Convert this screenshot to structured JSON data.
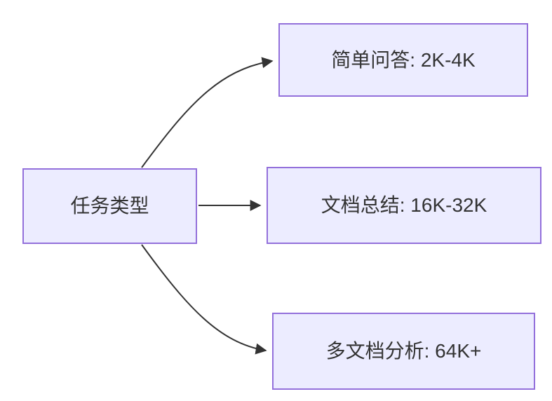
{
  "diagram": {
    "type": "flowchart",
    "direction": "left-to-right",
    "root": {
      "id": "task-type",
      "label": "任务类型"
    },
    "branches": [
      {
        "id": "simple-qa",
        "label": "简单问答: 2K-4K"
      },
      {
        "id": "doc-summary",
        "label": "文档总结: 16K-32K"
      },
      {
        "id": "multi-doc",
        "label": "多文档分析: 64K+"
      }
    ],
    "edges": [
      {
        "from": "task-type",
        "to": "simple-qa"
      },
      {
        "from": "task-type",
        "to": "doc-summary"
      },
      {
        "from": "task-type",
        "to": "multi-doc"
      }
    ],
    "colors": {
      "node_fill": "#ECECFF",
      "node_border": "#9370DB",
      "edge": "#333333",
      "text": "#333333",
      "background": "#FFFFFF"
    }
  }
}
